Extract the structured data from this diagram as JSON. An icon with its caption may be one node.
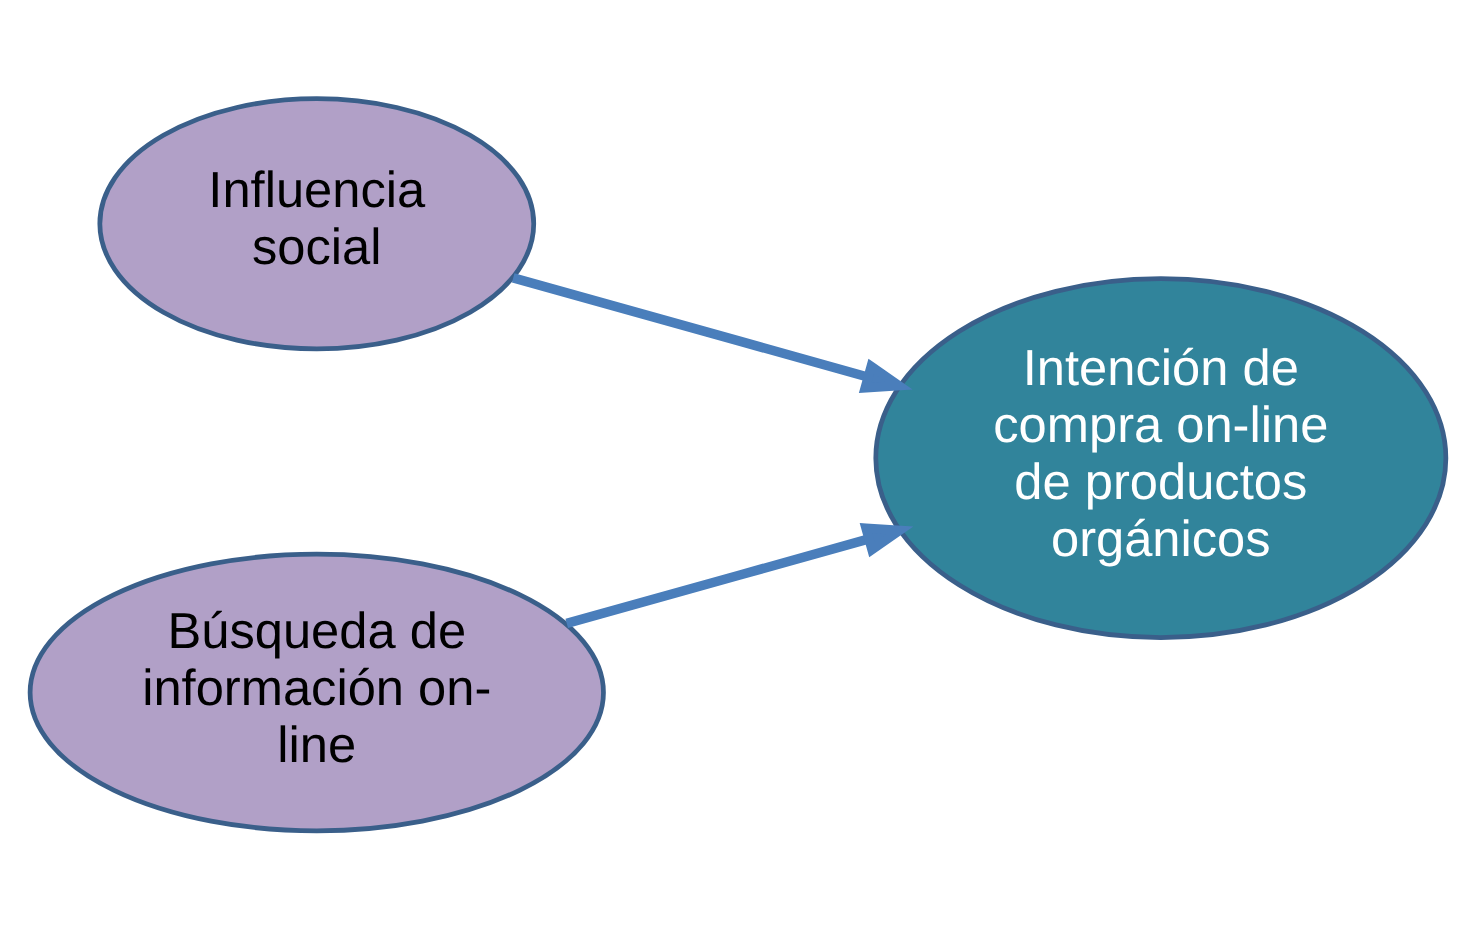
{
  "diagram": {
    "nodes": [
      {
        "text": [
          "Influencia social"
        ]
      },
      {
        "text": [
          "Búsqueda de información on-line"
        ]
      },
      {
        "text": [
          "Intención de compra on-line de productos orgánicos"
        ]
      }
    ],
    "edges": [
      {
        "from": 0,
        "to": 2,
        "arrow": "to"
      },
      {
        "from": 1,
        "to": 2,
        "arrow": "to"
      }
    ]
  }
}
